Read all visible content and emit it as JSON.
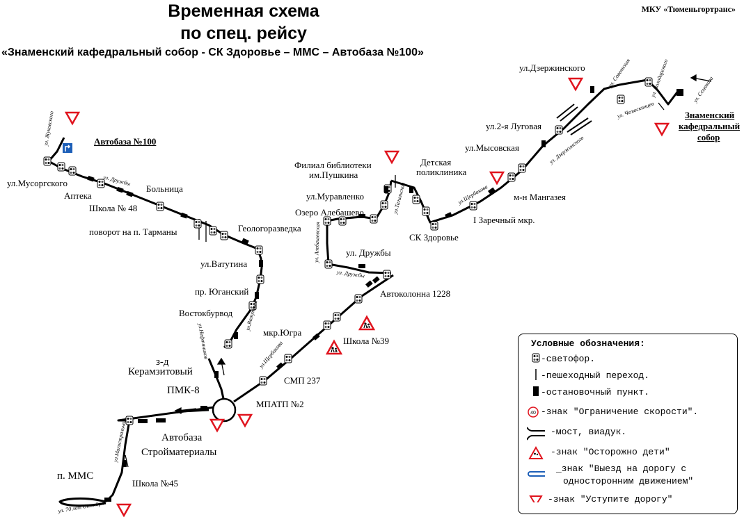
{
  "header": {
    "title_line1": "Временная схема",
    "title_line2": "по спец. рейсу",
    "route": "«Знаменский кафедральный собор - СК Здоровье – ММС – Автобаза №100»",
    "organization": "МКУ «Тюменьгортранс»"
  },
  "stops": {
    "avtobaza100": "Автобаза №100",
    "musorgskogo": "ул.Мусоргского",
    "apteka": "Аптека",
    "shkola48": "Школа № 48",
    "bolnitsa": "Больница",
    "tarmany": "поворот на п. Тарманы",
    "geologorazvedka": "Геологоразведка",
    "vatutina": "ул.Ватутина",
    "yuganskiy": "пр. Юганский",
    "vostokburvod": "Востокбурвод",
    "keramzit_1": "з-д",
    "keramzit_2": "Керамзитовый",
    "pmk8": "ПМК-8",
    "mpatp2": "МПАТП №2",
    "smp237": "СМП 237",
    "mkr_yugra": "мкр.Югра",
    "shkola39": "Школа №39",
    "avtokolonna": "Автоколонна 1228",
    "druzhby": "ул. Дружбы",
    "ozero_1": "Озеро Алебашево",
    "muravlenko": "ул.Муравленко",
    "biblioteka_1": "Филиал библиотеки",
    "biblioteka_2": "им.Пушкина",
    "poliklinika_1": "Детская",
    "poliklinika_2": "поликлиника",
    "sk_zdorovie": "СК Здоровье",
    "zarechny": "I Заречный мкр.",
    "mangazeya": "м-н Мангазея",
    "mysovskaya": "ул.Мысовская",
    "lugovaya": "ул.2-я Луговая",
    "dzerzhinskogo": "ул.Дзержинского",
    "sobor_1": "Знаменский",
    "sobor_2": "кафедральный",
    "sobor_3": "собор",
    "avtobaza_str_1": "Автобаза",
    "avtobaza_str_2": "Стройматериалы",
    "shkola45": "Школа №45",
    "mms": "п. ММС"
  },
  "streets": {
    "zhukovskogo": "ул. Жуковского",
    "druzhby_top": "ул. Дружбы",
    "vatutina": "ул.Ватутина",
    "neftyanikov": "ул.Нефтяников",
    "shcherbakova_s": "ул.Щербакова",
    "alebashevskaya": "ул. Алебашевская",
    "druzhby_mid": "ул. Дружбы",
    "tagilskaya": "ул.Тагильская",
    "shcherbakova_n": "ул.Щербакова",
    "dzerzhinskogo": "ул. Дзержинского",
    "sovetskaya": "ул. Советская",
    "chelyuskintsev": "ул. Челюскинцев",
    "volodarskogo": "ул. Володарского",
    "semakova": "ул. Семакова",
    "magistralnaya": "ул.Магистральная",
    "oktyabrya": "ул. 70 лет Октября"
  },
  "legend": {
    "title": "Условные обозначения:",
    "traffic_light": "-светофор.",
    "crossing": "-пешеходный переход.",
    "stop": "-остановочный пункт.",
    "speed_limit": "-знак \"Ограничение скорости\".",
    "speed_value": "40",
    "bridge": "-мост, виадук.",
    "children": "-знак \"Осторожно дети\"",
    "oneway_1": "_знак \"Выезд на дорогу с",
    "oneway_2": "односторонним движением\"",
    "yield": "-знак \"Уступите дорогу\""
  }
}
